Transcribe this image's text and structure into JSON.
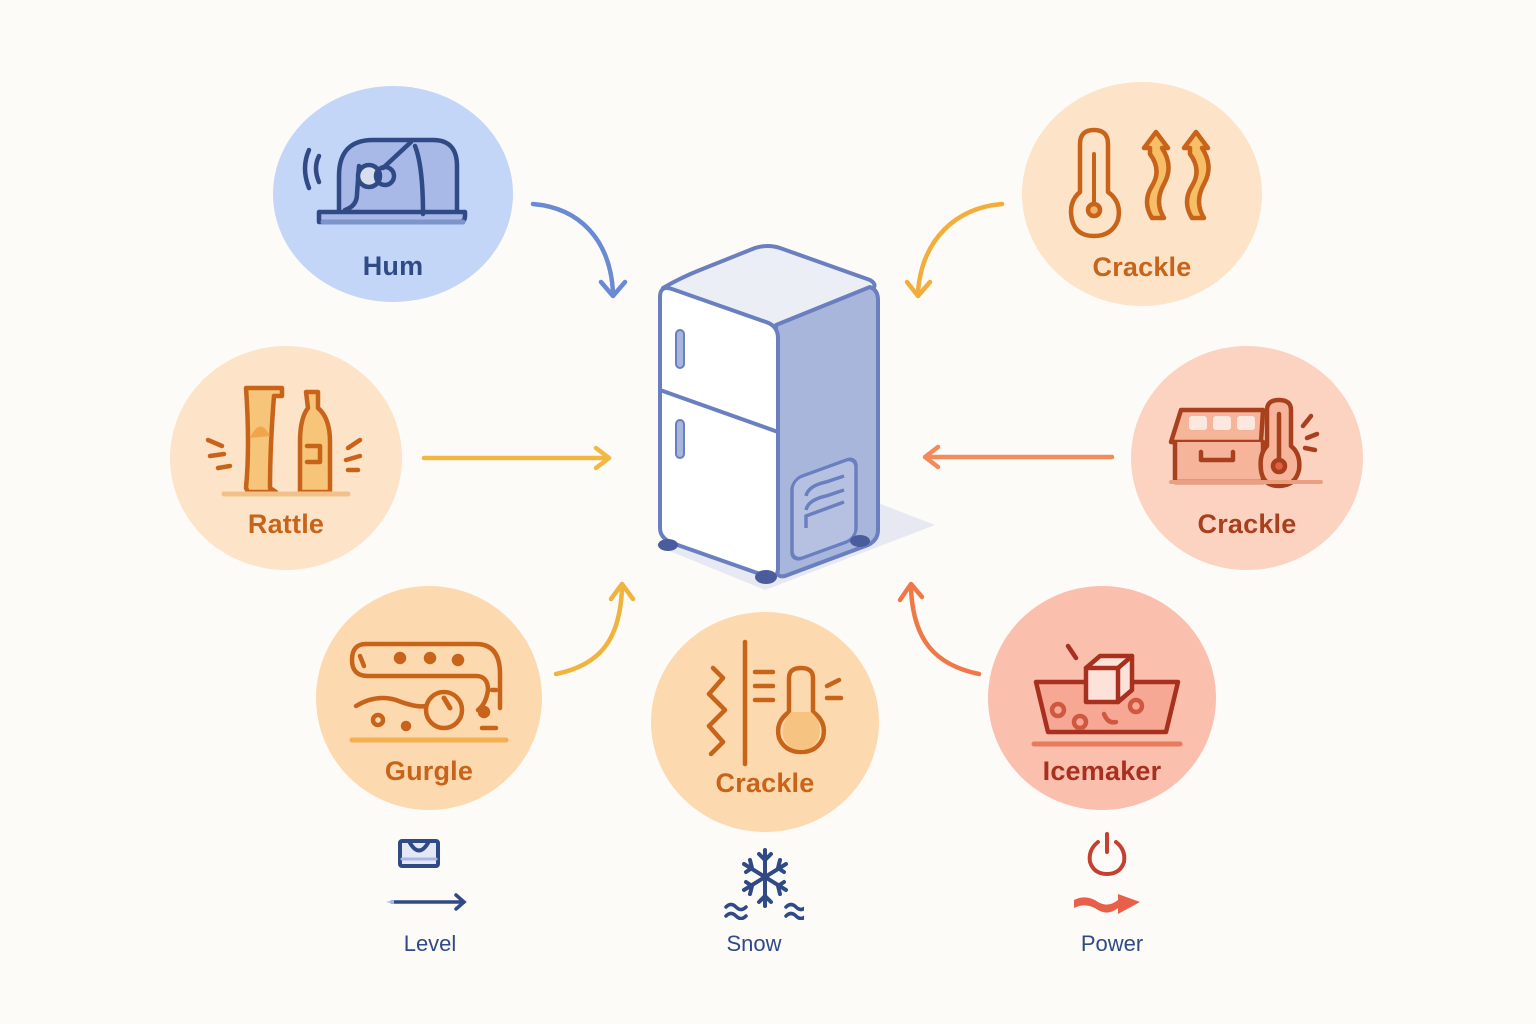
{
  "diagram": {
    "title": "",
    "center": {
      "name": "refrigerator"
    },
    "nodes": [
      {
        "id": "hum",
        "label": "Hum",
        "icon": "compressor-motor-icon",
        "color": "#2f4a85",
        "fill": "#c3d6f8",
        "arrow_color": "#6a8ad4"
      },
      {
        "id": "crackle-top",
        "label": "Crackle",
        "icon": "thermometer-heat-rising-icon",
        "color": "#c8641a",
        "fill": "#fde3c8",
        "arrow_color": "#f3ad3a"
      },
      {
        "id": "rattle",
        "label": "Rattle",
        "icon": "glass-and-bottle-icon",
        "color": "#c8641a",
        "fill": "#fde3c8",
        "arrow_color": "#f3b844"
      },
      {
        "id": "crackle-right",
        "label": "Crackle",
        "icon": "freezer-box-thermometer-icon",
        "color": "#a8401e",
        "fill": "#fbd3c0",
        "arrow_color": "#f38a5c"
      },
      {
        "id": "gurgle",
        "label": "Gurgle",
        "icon": "refrigerant-pipe-icon",
        "color": "#c8641a",
        "fill": "#fdd9b0",
        "arrow_color": "#f0b43e"
      },
      {
        "id": "crackle-bottom",
        "label": "Crackle",
        "icon": "expansion-thermometer-icon",
        "color": "#c8641a",
        "fill": "#fdd9b0",
        "arrow_color": ""
      },
      {
        "id": "icemaker",
        "label": "Icemaker",
        "icon": "ice-cube-tray-icon",
        "color": "#a8301e",
        "fill": "#fbbfae",
        "arrow_color": "#f07848"
      }
    ]
  },
  "legend": [
    {
      "label": "Level",
      "icon": "level-tool-icon",
      "sub_icon": "arrow-right-icon",
      "color": "#2f4a85"
    },
    {
      "label": "Snow",
      "icon": "snowflake-icon",
      "sub_icon": "wave-icon",
      "color": "#2f4a85"
    },
    {
      "label": "Power",
      "icon": "power-icon",
      "sub_icon": "wavy-arrow-icon",
      "color": "#d0503a"
    }
  ]
}
